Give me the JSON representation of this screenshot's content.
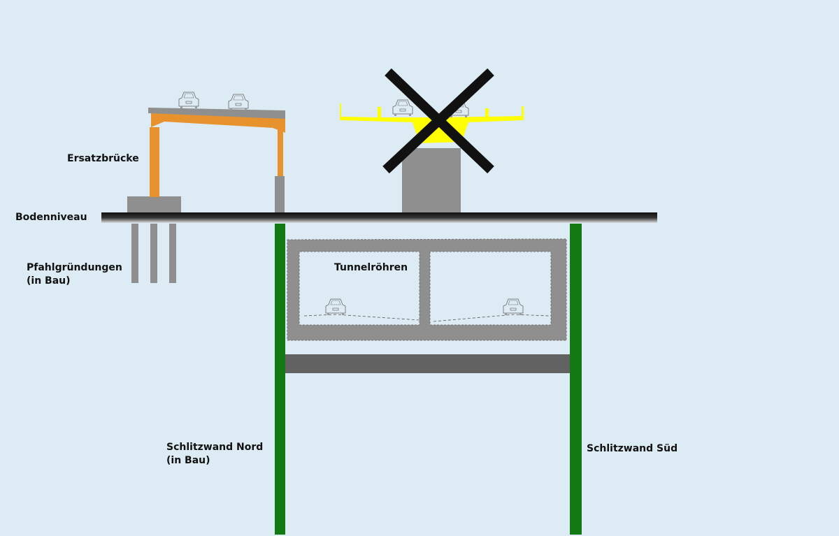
{
  "labels": {
    "replacement_bridge": "Ersatzbrücke",
    "ground_level": "Bodenniveau",
    "pile_foundations": "Pfahlgründungen",
    "pile_foundations_status": "(in Bau)",
    "tunnel_tubes": "Tunnelröhren",
    "diaphragm_wall_north": "Schlitzwand Nord",
    "diaphragm_wall_north_status": "(in Bau)",
    "diaphragm_wall_south": "Schlitzwand Süd"
  },
  "colors": {
    "background": "#ddebf4",
    "replacement_bridge": "#e8922e",
    "old_bridge": "#ffff00",
    "concrete": "#8f8f8f",
    "diaphragm_wall": "#137a13",
    "base_slab": "#626262",
    "cross_mark": "#111111"
  }
}
